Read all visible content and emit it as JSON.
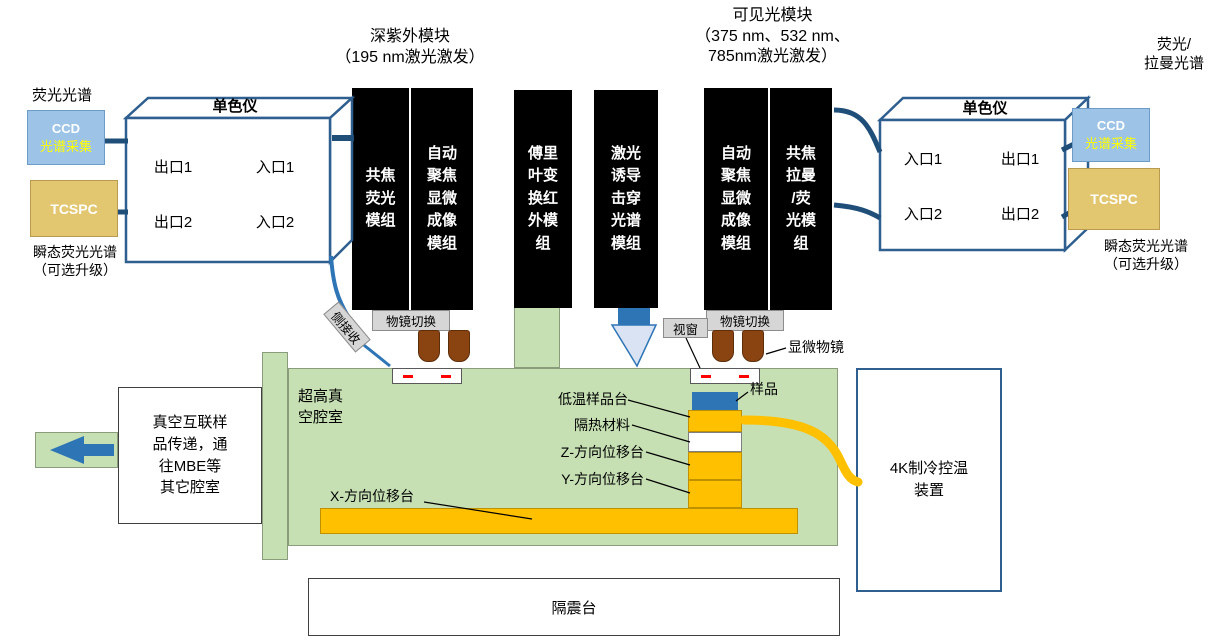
{
  "titles": {
    "deep_uv": "深紫外模块\n（195 nm激光激发）",
    "visible": "可见光模块\n（375 nm、532 nm、\n785nm激光激发）"
  },
  "left_detection": {
    "spectrum_label": "荧光光谱",
    "ccd_line1": "CCD",
    "ccd_line2": "光谱采集",
    "tcspc": "TCSPC",
    "transient_label": "瞬态荧光光谱\n（可选升级）"
  },
  "left_mono": {
    "title": "单色仪",
    "exit1": "出口1",
    "entrance1": "入口1",
    "exit2": "出口2",
    "entrance2": "入口2"
  },
  "right_mono": {
    "title": "单色仪",
    "entrance1": "入口1",
    "exit1": "出口1",
    "entrance2": "入口2",
    "exit2": "出口2"
  },
  "right_detection": {
    "spectrum_label": "荧光/\n拉曼光谱",
    "ccd_line1": "CCD",
    "ccd_line2": "光谱采集",
    "tcspc": "TCSPC",
    "transient_label": "瞬态荧光光谱\n（可选升级）"
  },
  "modules": {
    "confocal_fluorescence": "共焦\n荧光\n模组",
    "autofocus_left": "自动\n聚焦\n显微\n成像\n模组",
    "ftir": "傅里\n叶变\n换红\n外模\n组",
    "libs": "激光\n诱导\n击穿\n光谱\n模组",
    "autofocus_right": "自动\n聚焦\n显微\n成像\n模组",
    "confocal_raman": "共焦\n拉曼\n/荧\n光模\n组"
  },
  "chamber": {
    "label": "超高真\n空腔室",
    "transfer": "真空互联样\n品传递，通\n往MBE等\n其它腔室",
    "objective_switch": "物镜切换",
    "side_receive": "侧接收",
    "viewport": "视窗",
    "micro_objective": "显微物镜"
  },
  "stage": {
    "sample": "样品",
    "cryo": "低温样品台",
    "insulation": "隔热材料",
    "z": "Z-方向位移台",
    "y": "Y-方向位移台",
    "x": "X-方向位移台"
  },
  "cooler_label": "4K制冷控温\n装置",
  "isolation_label": "隔震台",
  "colors": {
    "chamber_green": "#c6e0b4",
    "stage_orange": "#ffc000",
    "module_black": "#000000",
    "ccd_blue": "#9dc3e6",
    "tcspc_tan": "#e3c770",
    "accent_blue": "#2e75b6",
    "outline_blue": "#2e5f8f",
    "connector_navy": "#1f4e79"
  }
}
